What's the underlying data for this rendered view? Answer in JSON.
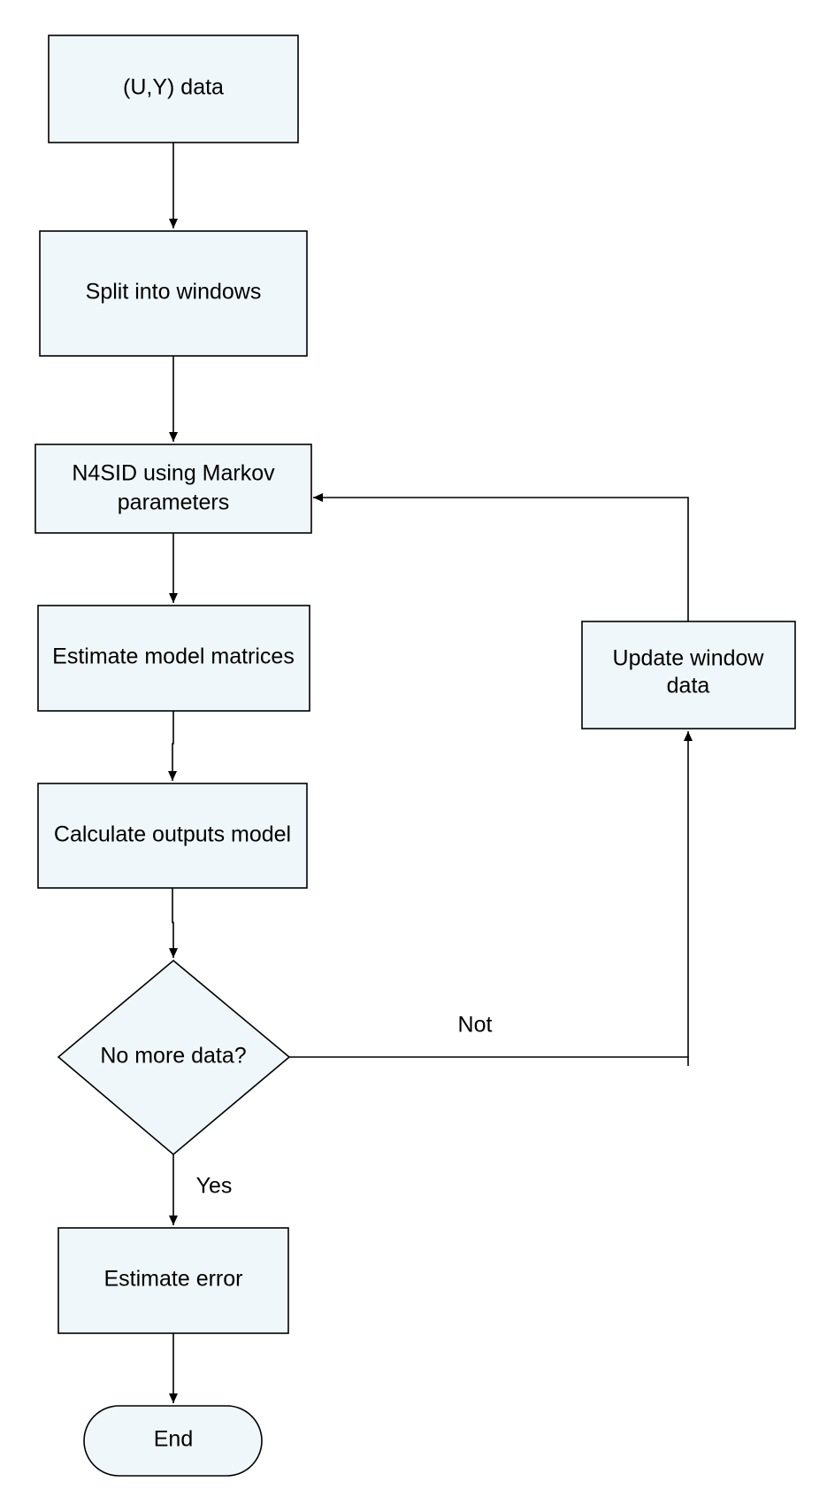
{
  "colors": {
    "node_fill": "#f0f7fa",
    "stroke": "#000000",
    "text": "#000000",
    "background": "#ffffff"
  },
  "nodes": {
    "uy_data": {
      "label": "(U,Y) data"
    },
    "split_windows": {
      "label": "Split into windows"
    },
    "n4sid": {
      "line1": "N4SID using Markov",
      "line2": "parameters"
    },
    "estimate_matrices": {
      "label": "Estimate model matrices"
    },
    "calculate_outputs": {
      "label": "Calculate outputs model"
    },
    "no_more_data": {
      "label": "No more data?"
    },
    "update_window": {
      "line1": "Update window",
      "line2": "data"
    },
    "estimate_error": {
      "label": "Estimate error"
    },
    "end": {
      "label": "End"
    }
  },
  "edges": {
    "yes_label": "Yes",
    "not_label": "Not"
  }
}
